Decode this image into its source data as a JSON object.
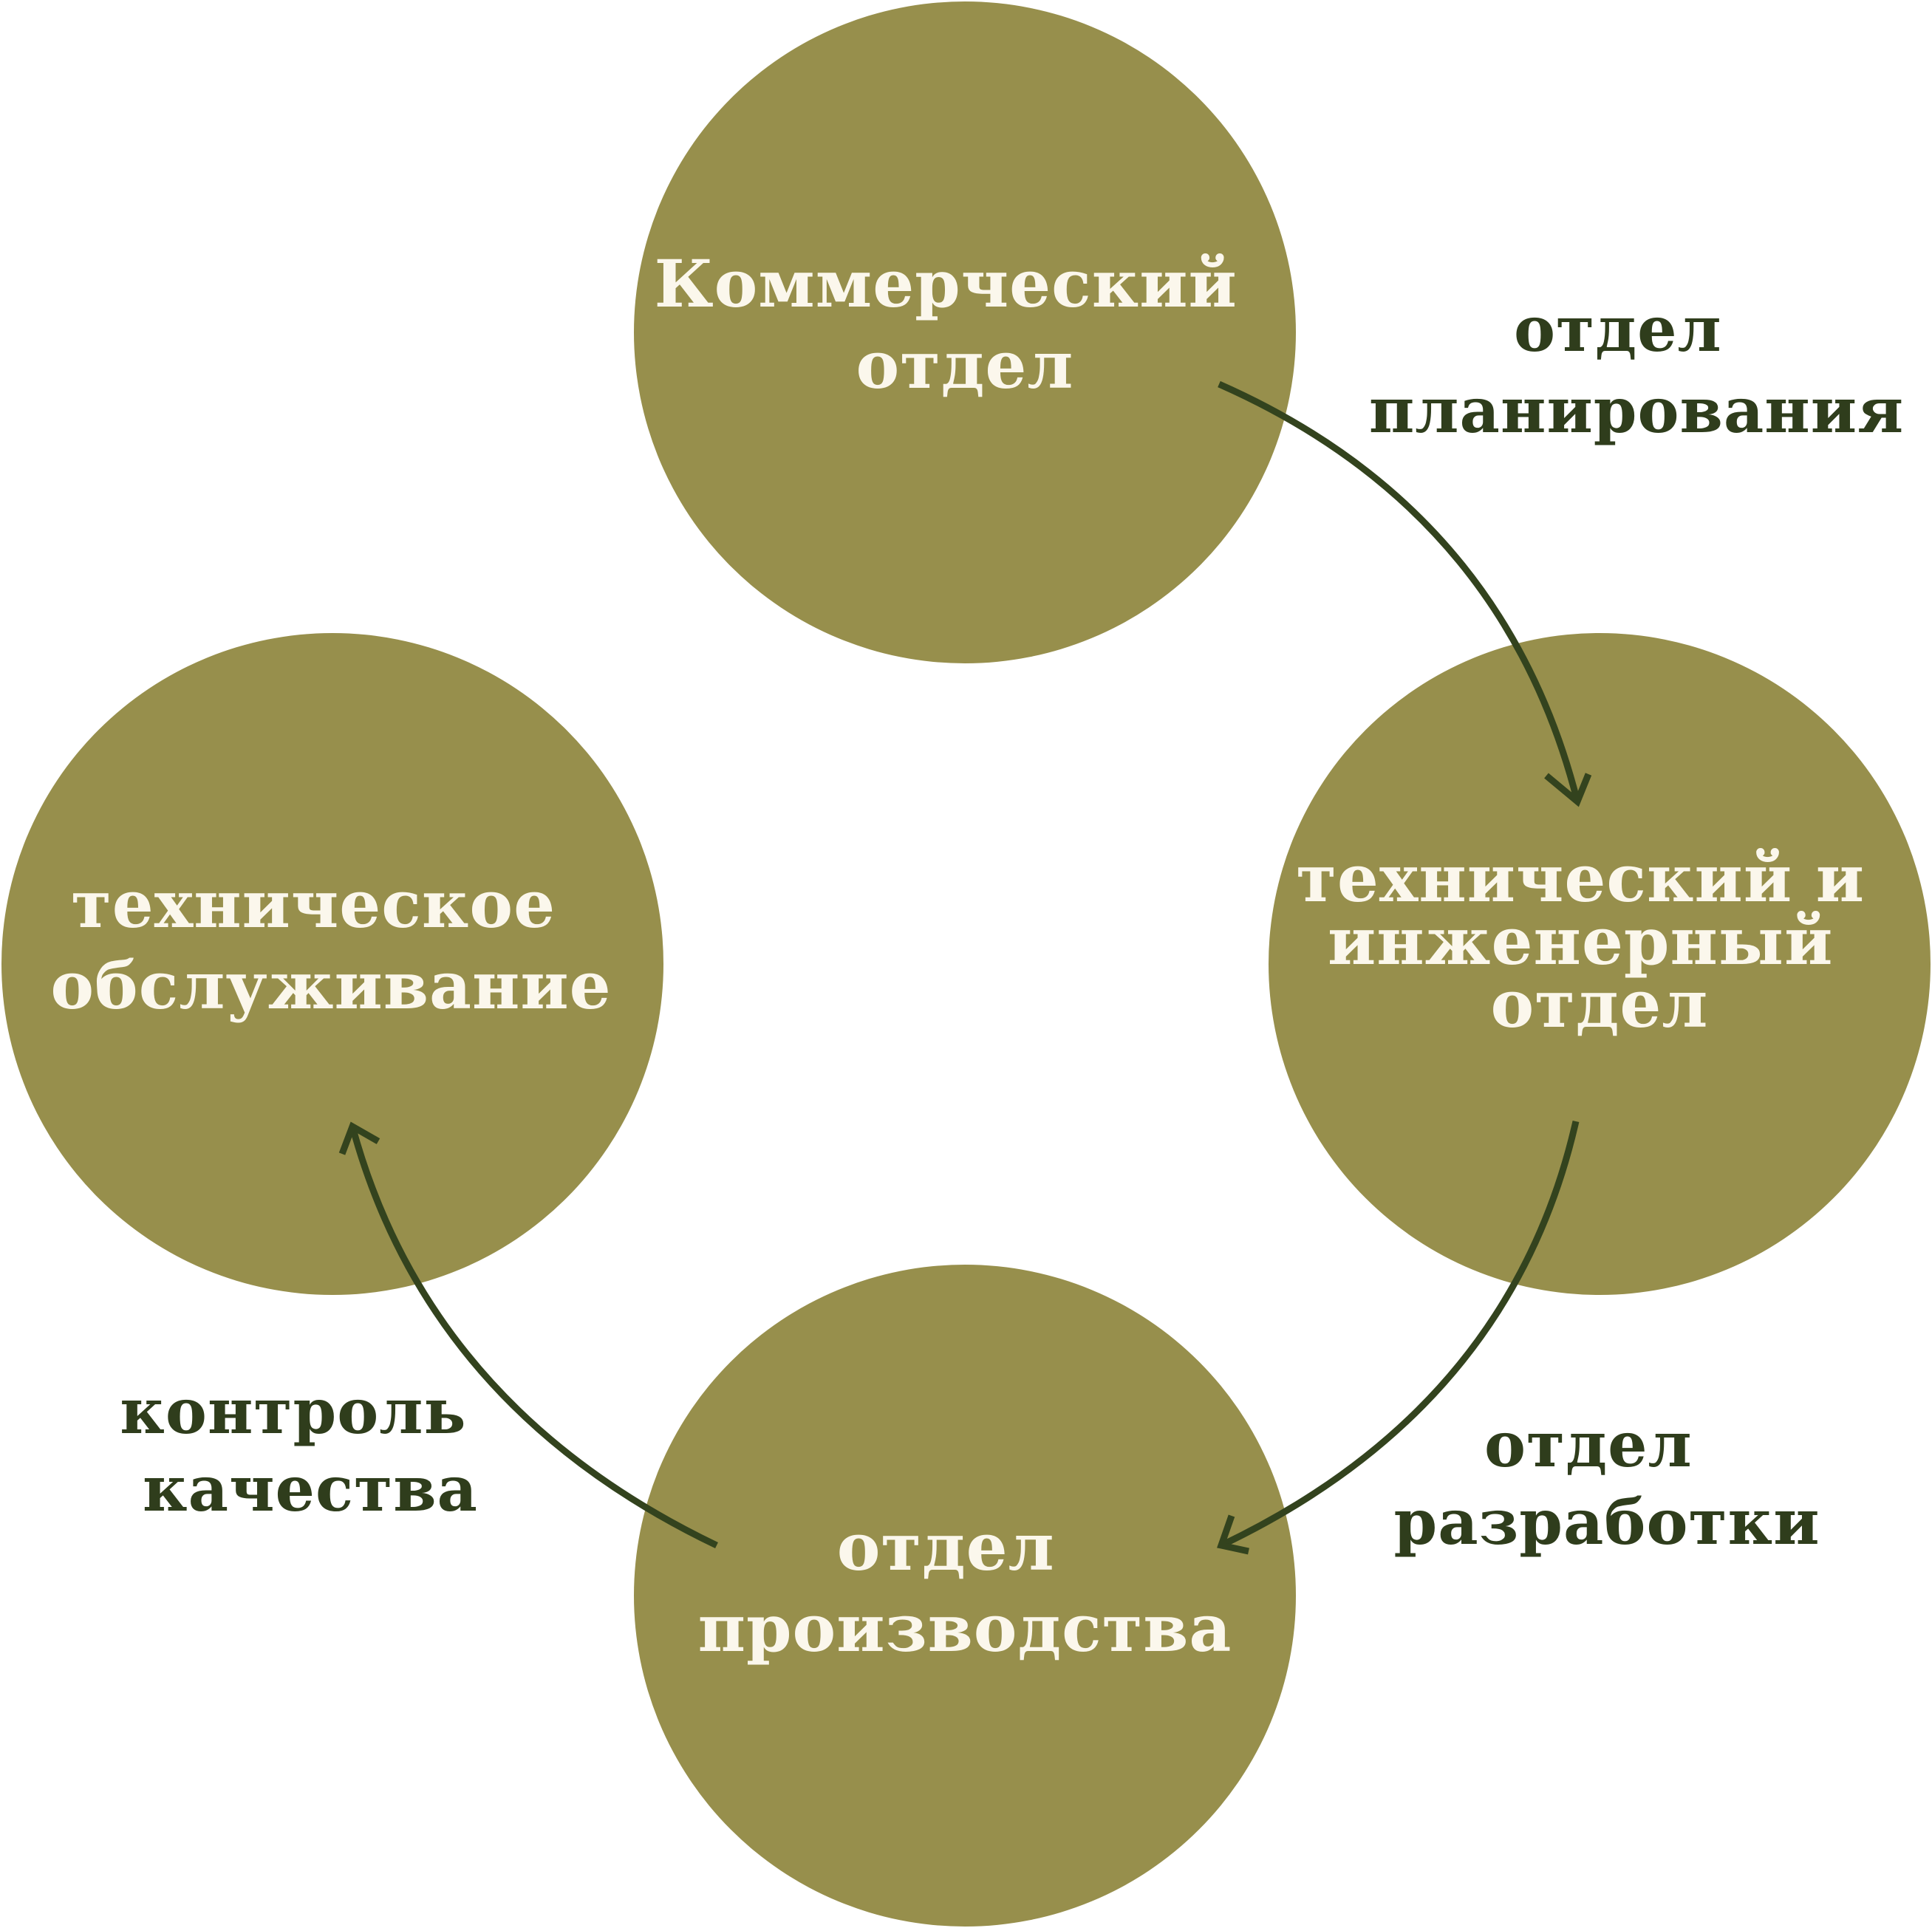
{
  "nodes": {
    "commercial": {
      "line1": "Коммерческий",
      "line2": "отдел"
    },
    "technical": {
      "line1": "технический и",
      "line2": "инженерный",
      "line3": "отдел"
    },
    "production": {
      "line1": "отдел",
      "line2": "производства"
    },
    "maintenance": {
      "line1": "техническое",
      "line2": "обслуживание"
    }
  },
  "edges": {
    "planning": {
      "line1": "отдел",
      "line2": "планирования"
    },
    "development": {
      "line1": "отдел",
      "line2": "разработки"
    },
    "quality": {
      "line1": "контроль",
      "line2": "качества"
    }
  },
  "colors": {
    "circle_fill": "#978f4c",
    "circle_text": "#fbf7ec",
    "edge_text": "#2f3d1c",
    "arrow": "#33431e",
    "background": "#ffffff"
  }
}
